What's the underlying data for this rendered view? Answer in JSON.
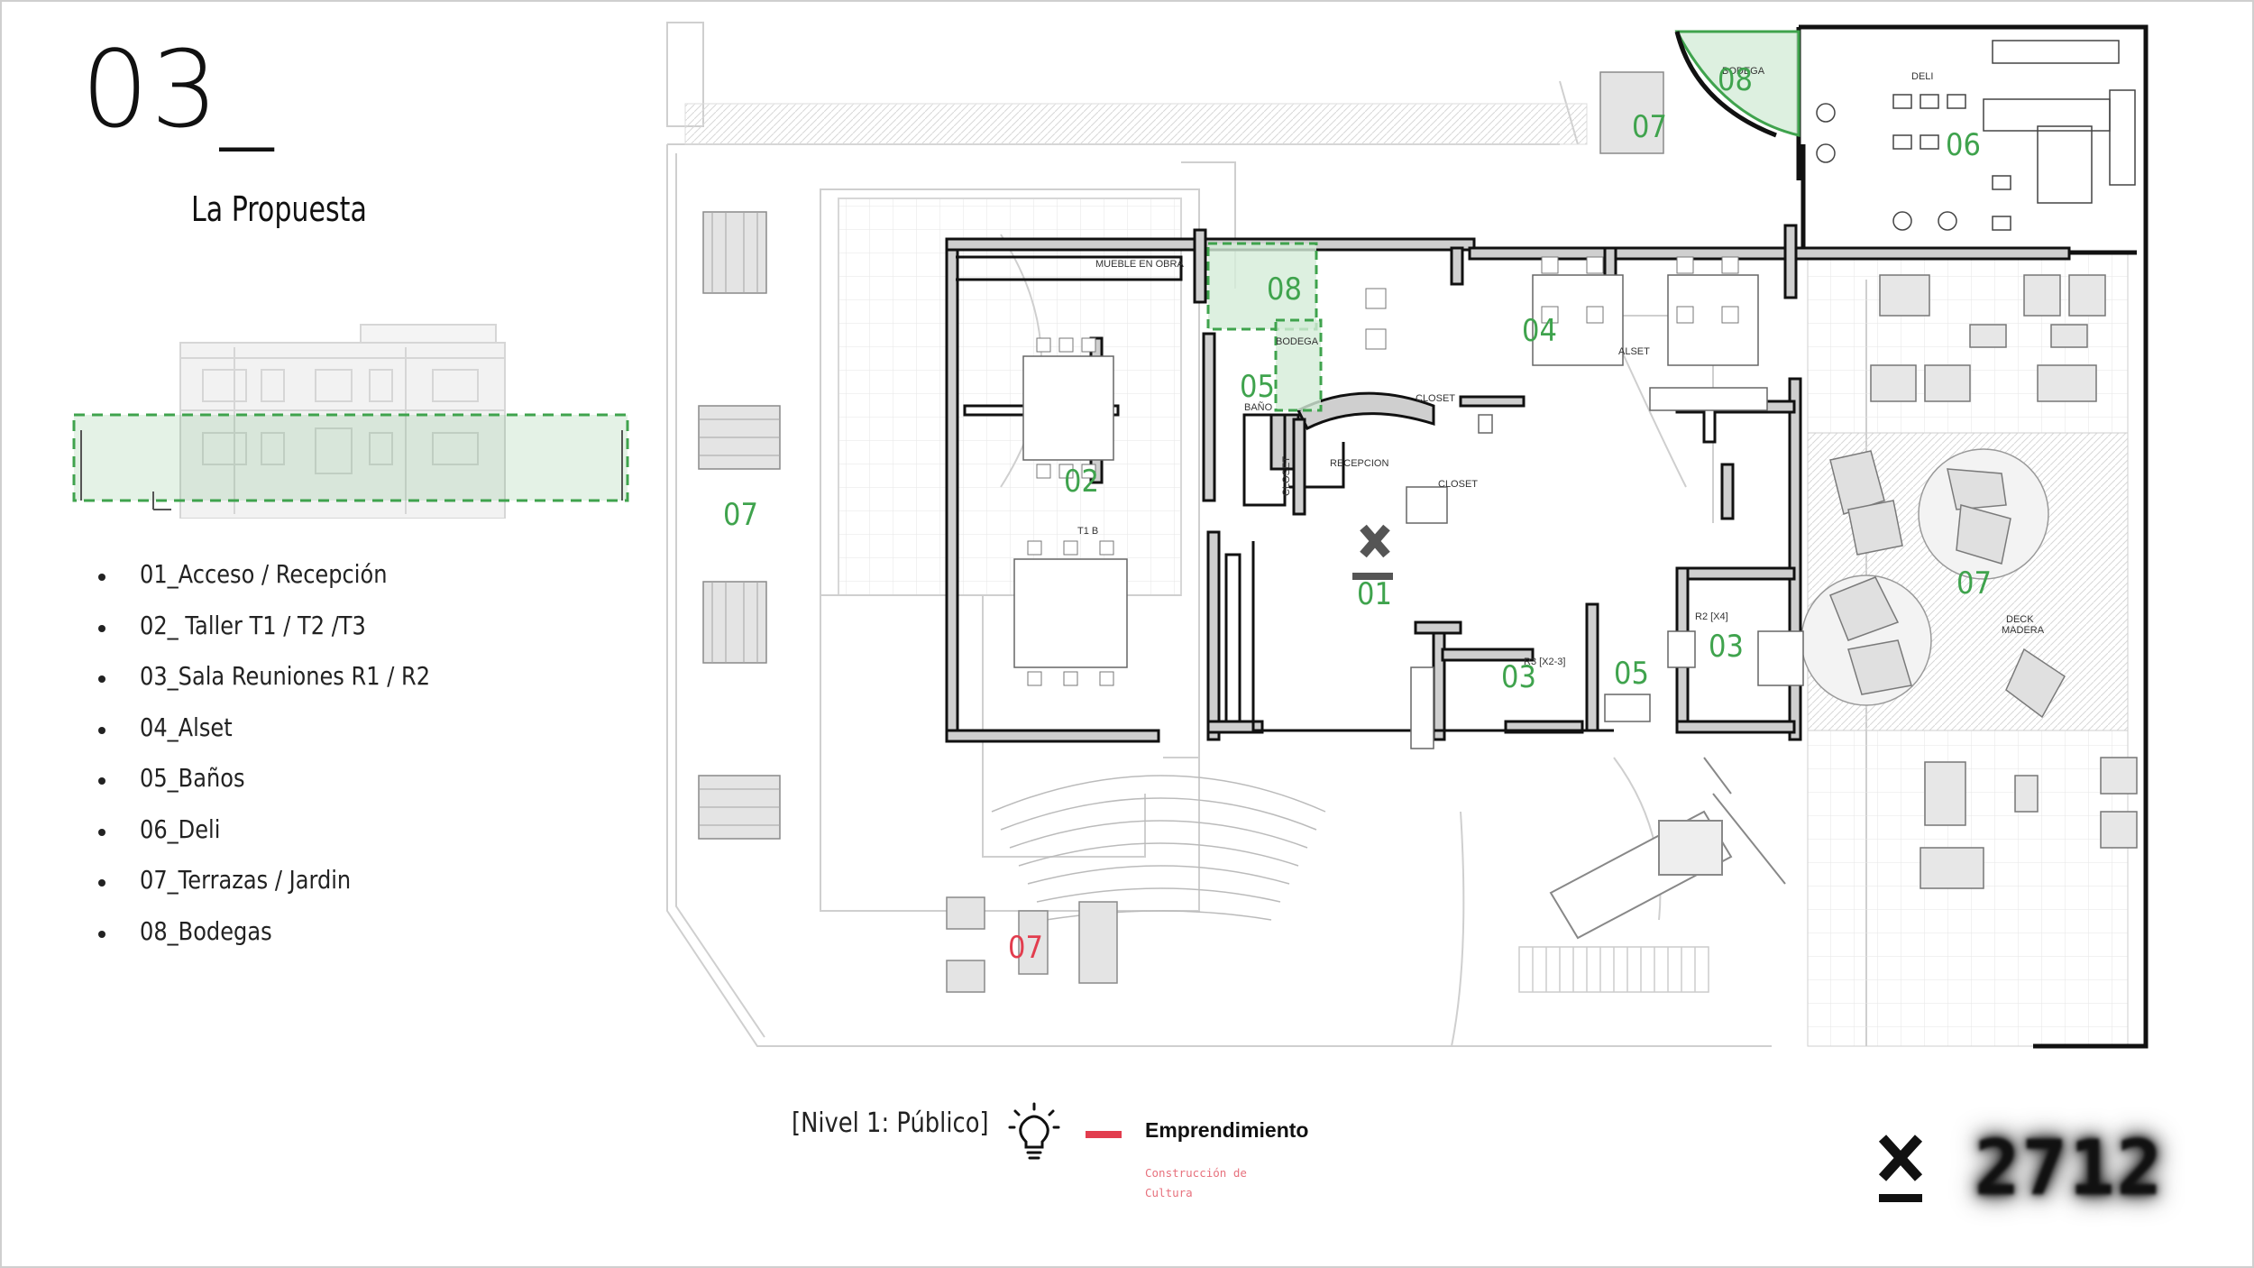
{
  "header": {
    "section_number": "03_",
    "section_title": "La Propuesta"
  },
  "program": {
    "items": [
      "01_Acceso / Recepción",
      "02_ Taller T1 / T2 /T3",
      "03_Sala Reuniones R1 / R2",
      "04_Alset",
      "05_Baños",
      "06_Deli",
      "07_Terrazas / Jardin",
      "08_Bodegas"
    ]
  },
  "plan": {
    "room_labels": {
      "mueble": "MUEBLE EN OBRA",
      "bodega": "BODEGA",
      "bano": "BAÑO",
      "closet": "CLOSET",
      "closet_v": "CLOSET",
      "closet2": "CLOSET",
      "recepcion": "RECEPCION",
      "alset": "ALSET",
      "t1b": "T1 B",
      "r3": "R3 [X2-3]",
      "r2": "R2 [X4]",
      "deli": "DELI",
      "deck": "DECK",
      "madera": "MADERA",
      "bodega_top": "BODEGA"
    },
    "zones": {
      "z01": "01",
      "z02": "02",
      "z03a": "03",
      "z03b": "03",
      "z04": "04",
      "z05a": "05",
      "z05b": "05",
      "z06": "06",
      "z07a": "07",
      "z07b": "07",
      "z07c": "07",
      "z08a": "08",
      "z08b": "08",
      "z07red": "07"
    },
    "colors": {
      "zone_green": "#3fa34d",
      "zone_red": "#e23d4e",
      "highlight_fill": "#d4ecd8"
    }
  },
  "footer": {
    "level_label": "[Nivel 1: Público]",
    "category_title": "Emprendimiento",
    "category_subtitle": "Construcción de Cultura",
    "icon": "lightbulb-icon",
    "stamp_text": "2712",
    "accent": "#e23d4e"
  }
}
